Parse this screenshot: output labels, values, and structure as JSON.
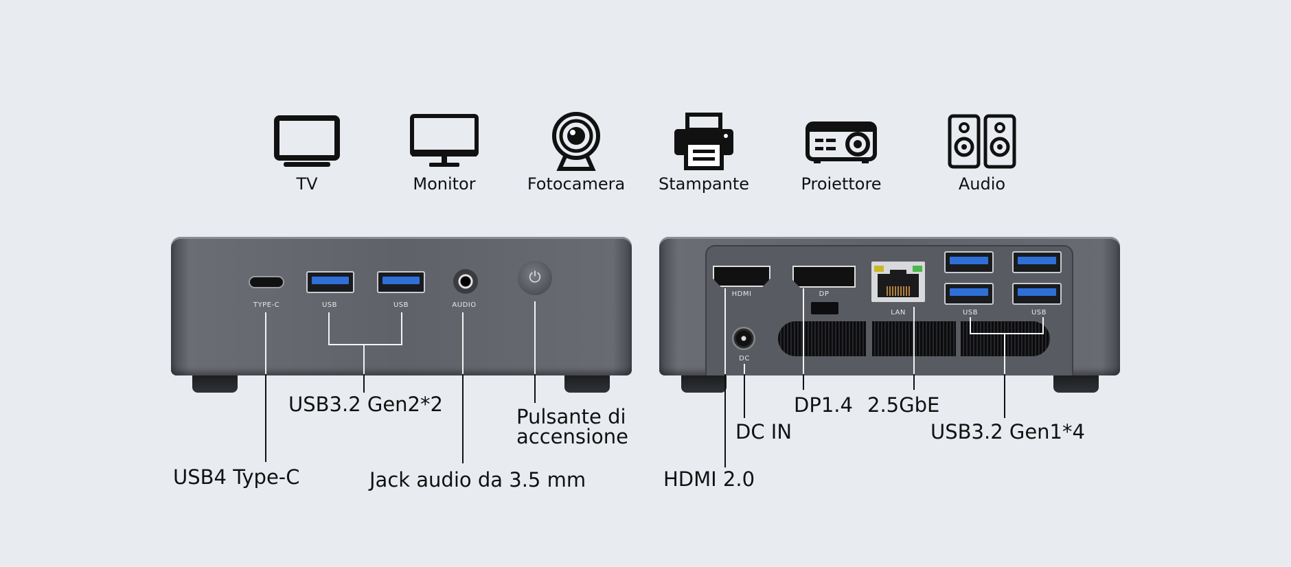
{
  "devices": [
    {
      "name": "TV",
      "icon": "tv-icon"
    },
    {
      "name": "Monitor",
      "icon": "monitor-icon"
    },
    {
      "name": "Fotocamera",
      "icon": "webcam-icon"
    },
    {
      "name": "Stampante",
      "icon": "printer-icon"
    },
    {
      "name": "Proiettore",
      "icon": "projector-icon"
    },
    {
      "name": "Audio",
      "icon": "speakers-icon"
    }
  ],
  "front": {
    "port_labels": {
      "typec": "TYPE-C",
      "usb1": "USB",
      "usb2": "USB",
      "audio": "AUDIO"
    },
    "callouts": {
      "typec": "USB4 Type-C",
      "usb": "USB3.2 Gen2*2",
      "audio": "Jack audio da 3.5 mm",
      "power_line1": "Pulsante di",
      "power_line2": "accensione"
    }
  },
  "back": {
    "port_labels": {
      "hdmi": "HDMI",
      "dp": "DP",
      "lan": "LAN",
      "usb1": "USB",
      "usb2": "USB",
      "dc": "DC"
    },
    "callouts": {
      "hdmi": "HDMI 2.0",
      "dc": "DC IN",
      "dp": "DP1.4",
      "lan": "2.5GbE",
      "usb": "USB3.2 Gen1*4"
    }
  },
  "colors": {
    "background": "#e8ebf0",
    "usb_blue": "#2f6fd8",
    "chassis": "#5f6268"
  }
}
